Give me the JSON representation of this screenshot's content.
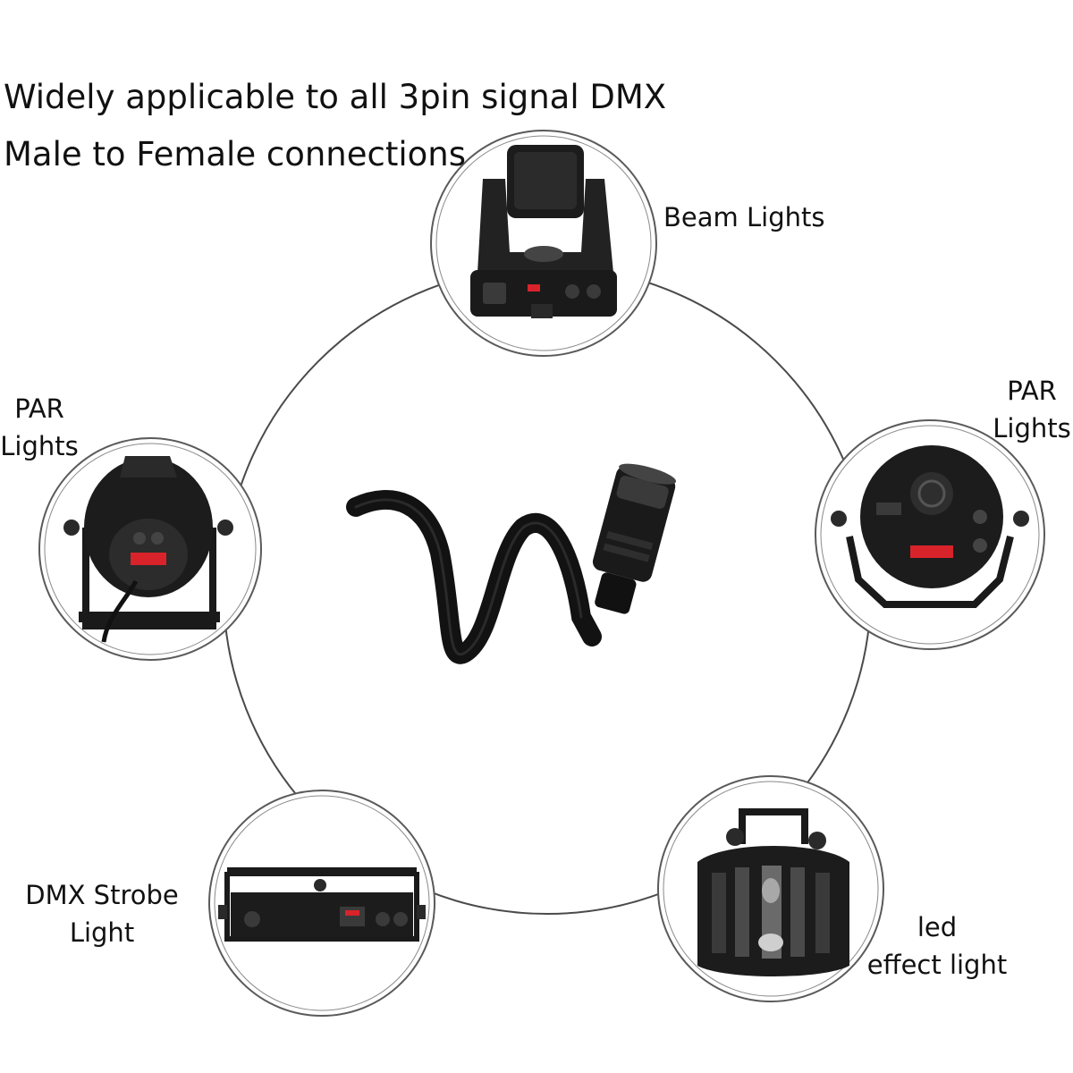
{
  "headline": {
    "line1": "Widely applicable to all 3pin signal DMX",
    "line2": "Male to Female connections"
  },
  "center": {
    "device": "XLR male cable connector",
    "icon": "xlr-cable-icon"
  },
  "fixtures": [
    {
      "id": "beam",
      "label_lines": [
        "Beam Lights"
      ],
      "icon": "moving-head-light-icon"
    },
    {
      "id": "par-left",
      "label_lines": [
        "PAR",
        "Lights"
      ],
      "icon": "par-can-light-icon"
    },
    {
      "id": "par-right",
      "label_lines": [
        "PAR",
        "Lights"
      ],
      "icon": "flat-par-light-icon"
    },
    {
      "id": "strobe",
      "label_lines": [
        "DMX Strobe",
        "Light"
      ],
      "icon": "strobe-bar-light-icon"
    },
    {
      "id": "led-effect",
      "label_lines": [
        "led",
        "effect light"
      ],
      "icon": "derby-effect-light-icon"
    }
  ],
  "colors": {
    "background": "#ffffff",
    "text": "#111111",
    "ring": "#4a4a4a",
    "fixture_body": "#1c1c1c",
    "display_red": "#d8232a"
  }
}
